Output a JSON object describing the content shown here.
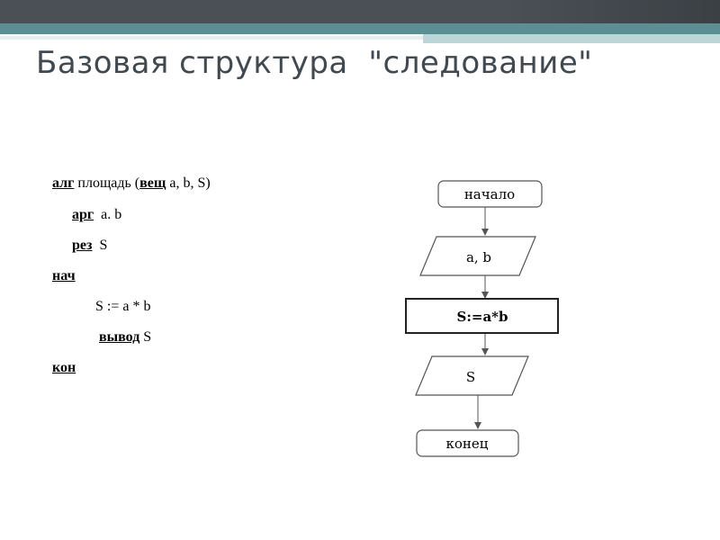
{
  "title": "Базовая структура  \"следование\"",
  "algorithm": {
    "line1": {
      "kw1": "алг",
      "t1": " площадь (",
      "kw2": "вещ",
      "t2": " a, b, S)"
    },
    "line2": {
      "kw": "арг",
      "t": "  a. b"
    },
    "line3": {
      "kw": "рез",
      "t": "  S"
    },
    "line4": {
      "kw": "нач"
    },
    "line5": {
      "t": "S := a * b"
    },
    "line6": {
      "kw": "вывод",
      "t": " S"
    },
    "line7": {
      "kw": "кон"
    }
  },
  "flowchart": {
    "start": "начало",
    "input": "a, b",
    "process": "S:=a*b",
    "output": "S",
    "end": "конец"
  },
  "colors": {
    "top_band": "#4a5056",
    "teal_band": "#5c8f94",
    "title_text": "#404950"
  }
}
